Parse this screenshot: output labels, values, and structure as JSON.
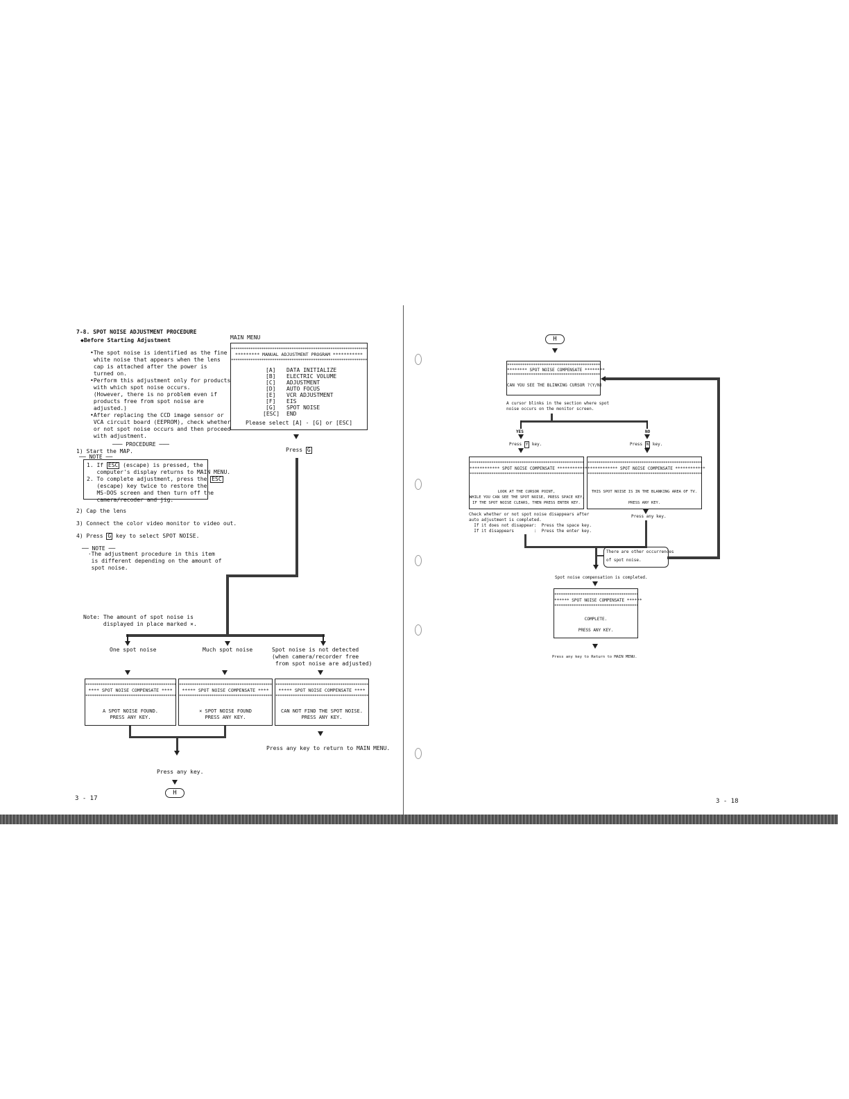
{
  "left_page": {
    "section_title": "7-8. SPOT NOISE ADJUSTMENT PROCEDURE",
    "subtitle": "◆Before Starting Adjustment",
    "bullets": [
      "•The spot noise is identified as the fine\n white noise that appears when the lens\n cap is attached after the power is\n turned on.",
      "•Perform this adjustment only for products\n with which spot noise occurs.\n (However, there is no problem even if\n products free from spot noise are\n adjusted.)",
      "•After replacing the CCD image sensor or\n VCA circuit board (EEPROM), check whether\n or not spot noise occurs and then proceed\n with adjustment."
    ],
    "procedure_header": "─── PROCEDURE ───",
    "step1": "1) Start the MAP.",
    "note_header": "── NOTE ──",
    "note1_a": "1. If ",
    "note1_key": "ESC",
    "note1_b": " (escape) is pressed, the\n   computer's display returns to MAIN MENU.",
    "note2_a": "2. To complete adjustment, press the ",
    "note2_key": "ESC",
    "note2_b": "\n   (escape) key twice to restore the\n   MS-DOS screen and then turn off the\n   camera/recoder and jig.",
    "step2": "2) Cap the lens",
    "step3": "3) Connect the color video monitor to video out.",
    "step4_a": "4) Press ",
    "step4_key": "G",
    "step4_b": " key to select SPOT NOISE.",
    "note2_header": "── NOTE ──",
    "note2_text": " ·The adjustment procedure in this item\n  is different depending on the amount of\n  spot noise.",
    "bottom_note": "Note: The amount of spot noise is\n      displayed in place marked ×.",
    "page_number": "3 - 17"
  },
  "main_menu": {
    "label": "MAIN MENU",
    "stars": "**********************************************************************",
    "title": "********* MANUAL ADJUSTMENT PROGRAM ***********",
    "items": [
      {
        "key": "[A]",
        "text": "DATA INITIALIZE"
      },
      {
        "key": "[B]",
        "text": "ELECTRIC VOLUME"
      },
      {
        "key": "[C]",
        "text": "ADJUSTMENT"
      },
      {
        "key": "[D]",
        "text": "AUTO FOCUS"
      },
      {
        "key": "[E]",
        "text": "VCR ADJUSTMENT"
      },
      {
        "key": "[F]",
        "text": "EIS"
      },
      {
        "key": "[G]",
        "text": "SPOT NOISE"
      },
      {
        "key": "[ESC]",
        "text": "END"
      }
    ],
    "prompt": "Please select [A] - [G] or [ESC]",
    "press_a": "Press ",
    "press_key": "G"
  },
  "branches": {
    "one": "One spot noise",
    "much": "Much spot noise",
    "none": "Spot noise is not detected\n(when camera/recorder free\n from spot noise are adjusted)"
  },
  "result_boxes": {
    "stars": "************************************************************",
    "title_one": "**** SPOT NOISE COMPENSATE ****",
    "title_much": "***** SPOT NOISE COMPENSATE ****",
    "title_none": "***** SPOT NOISE COMPENSATE ****",
    "msg_one": "A SPOT NOISE FOUND.\nPRESS ANY KEY.",
    "msg_much": "× SPOT NOISE FOUND\nPRESS ANY KEY.",
    "msg_none": "CAN NOT FIND THE SPOT NOISE.\nPRESS ANY KEY."
  },
  "return_main": "Press any key to return to MAIN MENU.",
  "press_any_key": "Press any key.",
  "h_symbol": "H",
  "right_page": {
    "h_symbol": "H",
    "blink_box": {
      "stars": "****************************************************",
      "title": "******** SPOT NOISE COMPENSATE ********",
      "question": "CAN YOU SEE THE BLINKING CURSOR ?(Y/N)"
    },
    "cursor_note": "A cursor blinks in the section where spot\nnoise occurs on the monitor screen.",
    "yes": "YES",
    "no": "NO",
    "press_y_a": "Press ",
    "press_y_key": "Y",
    "press_y_b": " key.",
    "press_n_a": "Press ",
    "press_n_key": "N",
    "press_n_b": " key.",
    "yes_box": {
      "stars": "*********************************************************************",
      "title": "************ SPOT NOISE COMPENSATE ************",
      "msg": "LOOK AT THE CURSOR POINT,\nWHILE YOU CAN SEE THE SPOT NOISE, PRESS SPACE KEY,\nIF THE SPOT NOISE CLEARS, THEN PRESS ENTER KEY."
    },
    "no_box": {
      "stars": "*********************************************************************",
      "title": "************ SPOT NOISE COMPENSATE ************",
      "msg": "THIS SPOT NOISE IS IN THE BLANKING AREA OF TV.\n\nPRESS ANY KEY."
    },
    "check_note": "Check whether or not spot noise disappears after\nauto adjustment is completed.\n  If it does not disappear:  Press the space key.\n  If it disappears        :  Press the enter key.",
    "press_any_key": "Press any key.",
    "other_occurrences": "There are other occurrences\nof spot noise.",
    "completed": "Spot noise compensation is completed.",
    "complete_box": {
      "stars": "*****************************************",
      "title": "****** SPOT NOISE COMPENSATE ******",
      "msg": "COMPLETE.\n\nPRESS ANY KEY."
    },
    "return_main": "Press any key to Return to MAIN MENU.",
    "page_number": "3 - 18"
  }
}
